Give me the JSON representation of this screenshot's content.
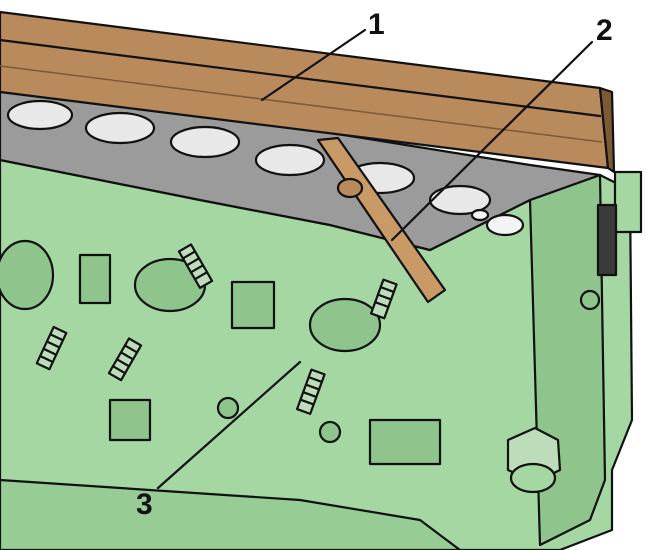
{
  "callouts": [
    {
      "id": "1",
      "label": "1"
    },
    {
      "id": "2",
      "label": "2"
    },
    {
      "id": "3",
      "label": "3"
    }
  ],
  "colors": {
    "block_green": "#a5d7a2",
    "straightedge_brown": "#b88a5c",
    "straightedge_dark": "#7d5a36",
    "feeler_gauge": "#c99a66",
    "deck_gray": "#9b9b9b",
    "outline": "#111111"
  },
  "icons": [
    "cylinder-head-illustration",
    "straightedge",
    "feeler-gauge",
    "stud-bolt"
  ]
}
